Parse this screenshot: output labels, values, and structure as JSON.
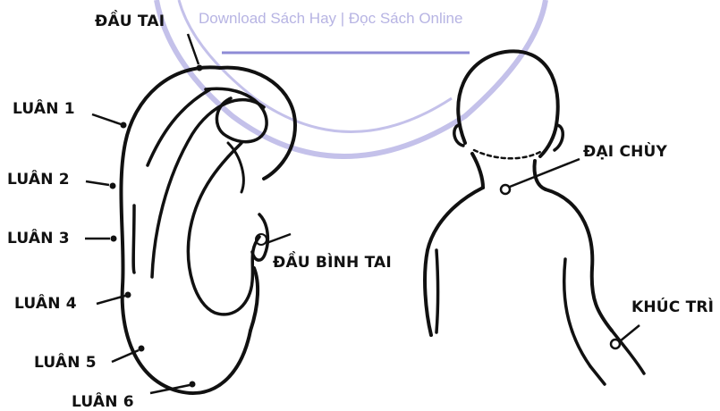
{
  "watermark": {
    "text": "Download Sách Hay | Đọc Sách Online",
    "color": "#b7b4e3"
  },
  "ear_labels": {
    "dau_tai": "ĐẦU TAI",
    "luan_1": "LUÂN 1",
    "luan_2": "LUÂN 2",
    "luan_3": "LUÂN 3",
    "luan_4": "LUÂN 4",
    "luan_5": "LUÂN 5",
    "luan_6": "LUÂN 6",
    "dau_binh_tai": "ĐẦU BÌNH TAI"
  },
  "body_labels": {
    "dai_chuy": "ĐẠI CHÙY",
    "khuc_tri": "KHÚC TRÌ"
  },
  "colors": {
    "ink": "#111111",
    "watermark": "#b7b4e3"
  }
}
